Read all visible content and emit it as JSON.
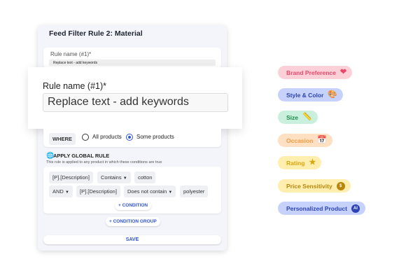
{
  "card": {
    "title": "Feed Filter Rule 2: Material"
  },
  "rule_name": {
    "label": "Rule name (#1)*",
    "value": "Replace text - add keywords"
  },
  "where": {
    "label": "WHERE",
    "options": [
      "All products",
      "Some products"
    ],
    "selected": "Some products"
  },
  "global_rule": {
    "title": "APPLY GLOBAL RULE",
    "subtitle": "This rule is applied to any product in which these conditions are true"
  },
  "conditions": [
    {
      "field": "[P].[Description]",
      "operator": "Contains",
      "value": "cotton"
    },
    {
      "join": "AND",
      "field": "[P].[Description]",
      "operator": "Does not contain",
      "value": "polyester"
    }
  ],
  "buttons": {
    "add_condition": "+ CONDITION",
    "add_group": "+ CONDITION GROUP",
    "save": "SAVE"
  },
  "tags": [
    {
      "label": "Brand Preference",
      "icon": "heart-icon",
      "glyph": "❤",
      "bg": "#fdd0d8",
      "fg": "#e8496a"
    },
    {
      "label": "Style & Color",
      "icon": "palette-icon",
      "glyph": "🎨",
      "bg": "#c7d2fc",
      "fg": "#2c43b8"
    },
    {
      "label": "Size",
      "icon": "ruler-icon",
      "glyph": "📏",
      "bg": "#c9f0dc",
      "fg": "#1f8a4f"
    },
    {
      "label": "Occasion",
      "icon": "calendar-icon",
      "glyph": "📅",
      "bg": "#ffe0c2",
      "fg": "#f09a40"
    },
    {
      "label": "Rating",
      "icon": "star-icon",
      "glyph": "★",
      "bg": "#ffeeae",
      "fg": "#d8a50a"
    },
    {
      "label": "Price Sensitivity",
      "icon": "dollar-coin-icon",
      "glyph": "$",
      "bg": "#ffeeae",
      "fg": "#b8860b"
    },
    {
      "label": "Personalized Product",
      "icon": "ai-chip-icon",
      "glyph": "AI",
      "bg": "#c7d2fc",
      "fg": "#2c43b8"
    }
  ]
}
